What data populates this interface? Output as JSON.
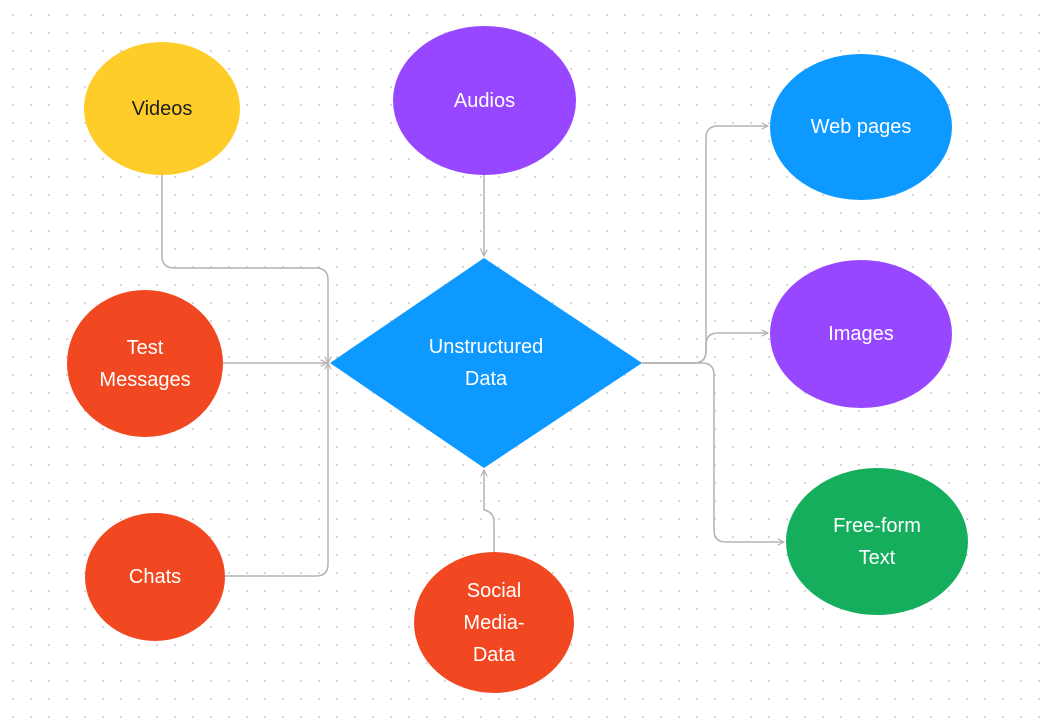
{
  "diagram": {
    "center": {
      "label": "Unstructured\nData",
      "color": "#0d99ff"
    },
    "inputs": [
      {
        "id": "videos",
        "label": "Videos",
        "color": "#ffcd29"
      },
      {
        "id": "test-messages",
        "label": "Test\nMessages",
        "color": "#f24822"
      },
      {
        "id": "chats",
        "label": "Chats",
        "color": "#f24822"
      },
      {
        "id": "audios",
        "label": "Audios",
        "color": "#9747ff"
      },
      {
        "id": "social-media-data",
        "label": "Social\nMedia-\nData",
        "color": "#f24822"
      }
    ],
    "outputs": [
      {
        "id": "web-pages",
        "label": "Web pages",
        "color": "#0d99ff"
      },
      {
        "id": "images",
        "label": "Images",
        "color": "#9747ff"
      },
      {
        "id": "free-form-text",
        "label": "Free-form\nText",
        "color": "#14ae5c"
      }
    ],
    "connector_color": "#b3b3b3"
  }
}
